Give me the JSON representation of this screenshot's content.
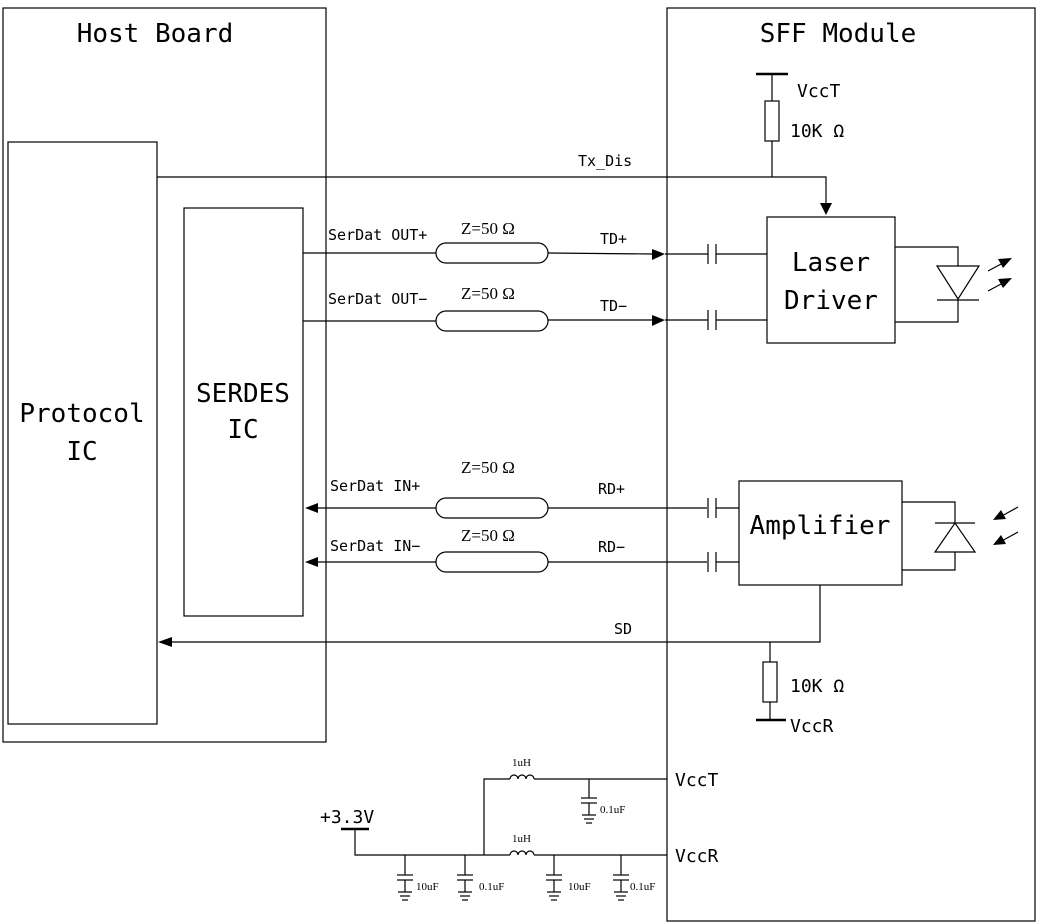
{
  "host_board": {
    "title": "Host Board"
  },
  "sff_module": {
    "title": "SFF Module"
  },
  "protocol_ic": {
    "line1": "Protocol",
    "line2": "IC"
  },
  "serdes_ic": {
    "line1": "SERDES",
    "line2": "IC"
  },
  "laser_driver": {
    "line1": "Laser",
    "line2": "Driver"
  },
  "amplifier": {
    "label": "Amplifier"
  },
  "signals": {
    "tx_dis": "Tx_Dis",
    "serdat_out_p": "SerDat OUT+",
    "serdat_out_n": "SerDat OUT−",
    "serdat_in_p": "SerDat IN+",
    "serdat_in_n": "SerDat IN−",
    "td_p": "TD+",
    "td_n": "TD−",
    "rd_p": "RD+",
    "rd_n": "RD−",
    "sd": "SD"
  },
  "impedance": "Z=50 Ω",
  "pull_up_top": {
    "supply": "VccT",
    "resistor": "10K Ω"
  },
  "pull_up_bottom": {
    "supply": "VccR",
    "resistor": "10K Ω"
  },
  "power": {
    "input": "+3.3V",
    "vcct": "VccT",
    "vccr": "VccR",
    "inductor_top": "1uH",
    "inductor_bottom": "1uH",
    "cap_top": "0.1uF",
    "cap_a": "10uF",
    "cap_b": "0.1uF",
    "cap_c": "10uF",
    "cap_d": "0.1uF"
  }
}
